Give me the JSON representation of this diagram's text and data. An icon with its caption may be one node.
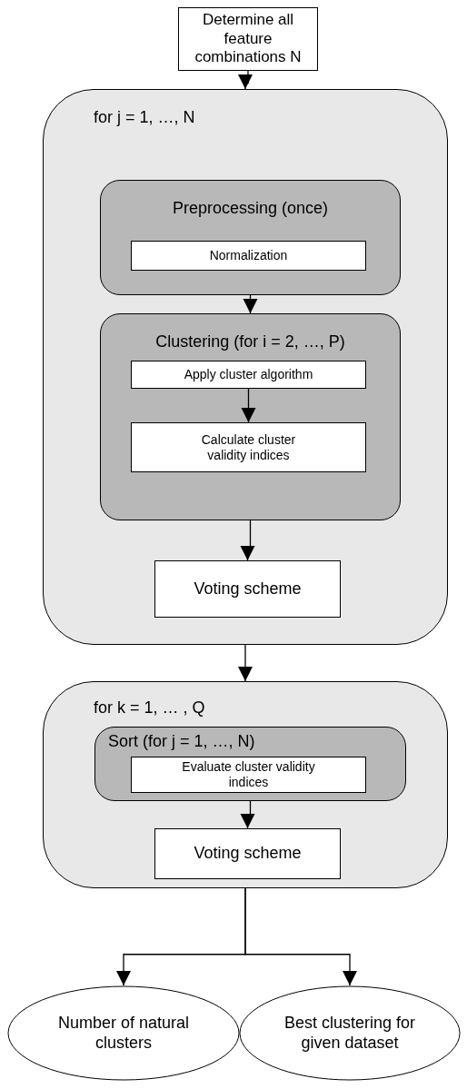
{
  "diagram": {
    "nodes": [
      {
        "text": [
          "Determine all feature combinations N"
        ]
      },
      {
        "text": [
          "for j = 1, …, N"
        ]
      },
      {
        "text": [
          "Preprocessing (once)"
        ],
        "in": 1
      },
      {
        "text": [
          "Normalization"
        ],
        "in": 2
      },
      {
        "text": [
          "Clustering (for i = 2, …, P)"
        ],
        "in": 1
      },
      {
        "text": [
          "Apply cluster algorithm"
        ],
        "in": 4
      },
      {
        "text": [
          "Calculate cluster validity indices"
        ],
        "in": 4
      },
      {
        "text": [
          "Voting scheme"
        ],
        "in": 1
      },
      {
        "text": [
          "for k = 1, … , Q"
        ]
      },
      {
        "text": [
          "Sort (for j = 1, …, N)"
        ],
        "in": 8
      },
      {
        "text": [
          "Evaluate cluster validity indices"
        ],
        "in": 9
      },
      {
        "text": [
          "Voting scheme"
        ],
        "in": 8
      },
      {
        "text": [
          "Number of natural clusters"
        ]
      },
      {
        "text": [
          "Best clustering for given dataset"
        ]
      }
    ],
    "edges": [
      {
        "from": 0,
        "to": 1,
        "arrow": "to"
      },
      {
        "from": 2,
        "to": 4,
        "arrow": "to"
      },
      {
        "from": 5,
        "to": 6,
        "arrow": "to"
      },
      {
        "from": 4,
        "to": 7,
        "arrow": "to"
      },
      {
        "from": 1,
        "to": 8,
        "arrow": "to"
      },
      {
        "from": 9,
        "to": 11,
        "arrow": "to"
      },
      {
        "from": 8,
        "to": 12,
        "arrow": "to"
      },
      {
        "from": 8,
        "to": 13,
        "arrow": "to"
      }
    ]
  }
}
